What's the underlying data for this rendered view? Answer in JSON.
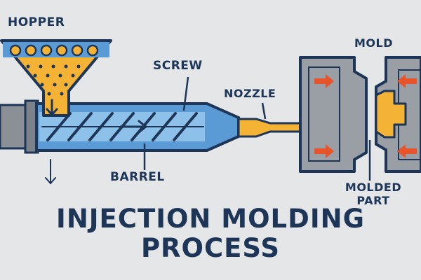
{
  "labels": {
    "hopper": "HOPPER",
    "screw": "SCREW",
    "nozzle": "NOZZLE",
    "mold": "MOLD",
    "barrel": "BARREL",
    "molded_part_line1": "MOLDED",
    "molded_part_line2": "PART"
  },
  "title": {
    "line1": "INJECTION MOLDING",
    "line2": "PROCESS"
  },
  "colors": {
    "outline": "#1d3557",
    "barrel_blue": "#5b9bd5",
    "barrel_light": "#8ec1ea",
    "plastic_orange": "#f5b335",
    "mold_gray": "#9a9fa6",
    "arrow_red": "#e8542a",
    "background": "#e4e6e8"
  },
  "icons": [
    "down-arrow-icon",
    "right-arrow-icon",
    "force-arrow-icon"
  ]
}
